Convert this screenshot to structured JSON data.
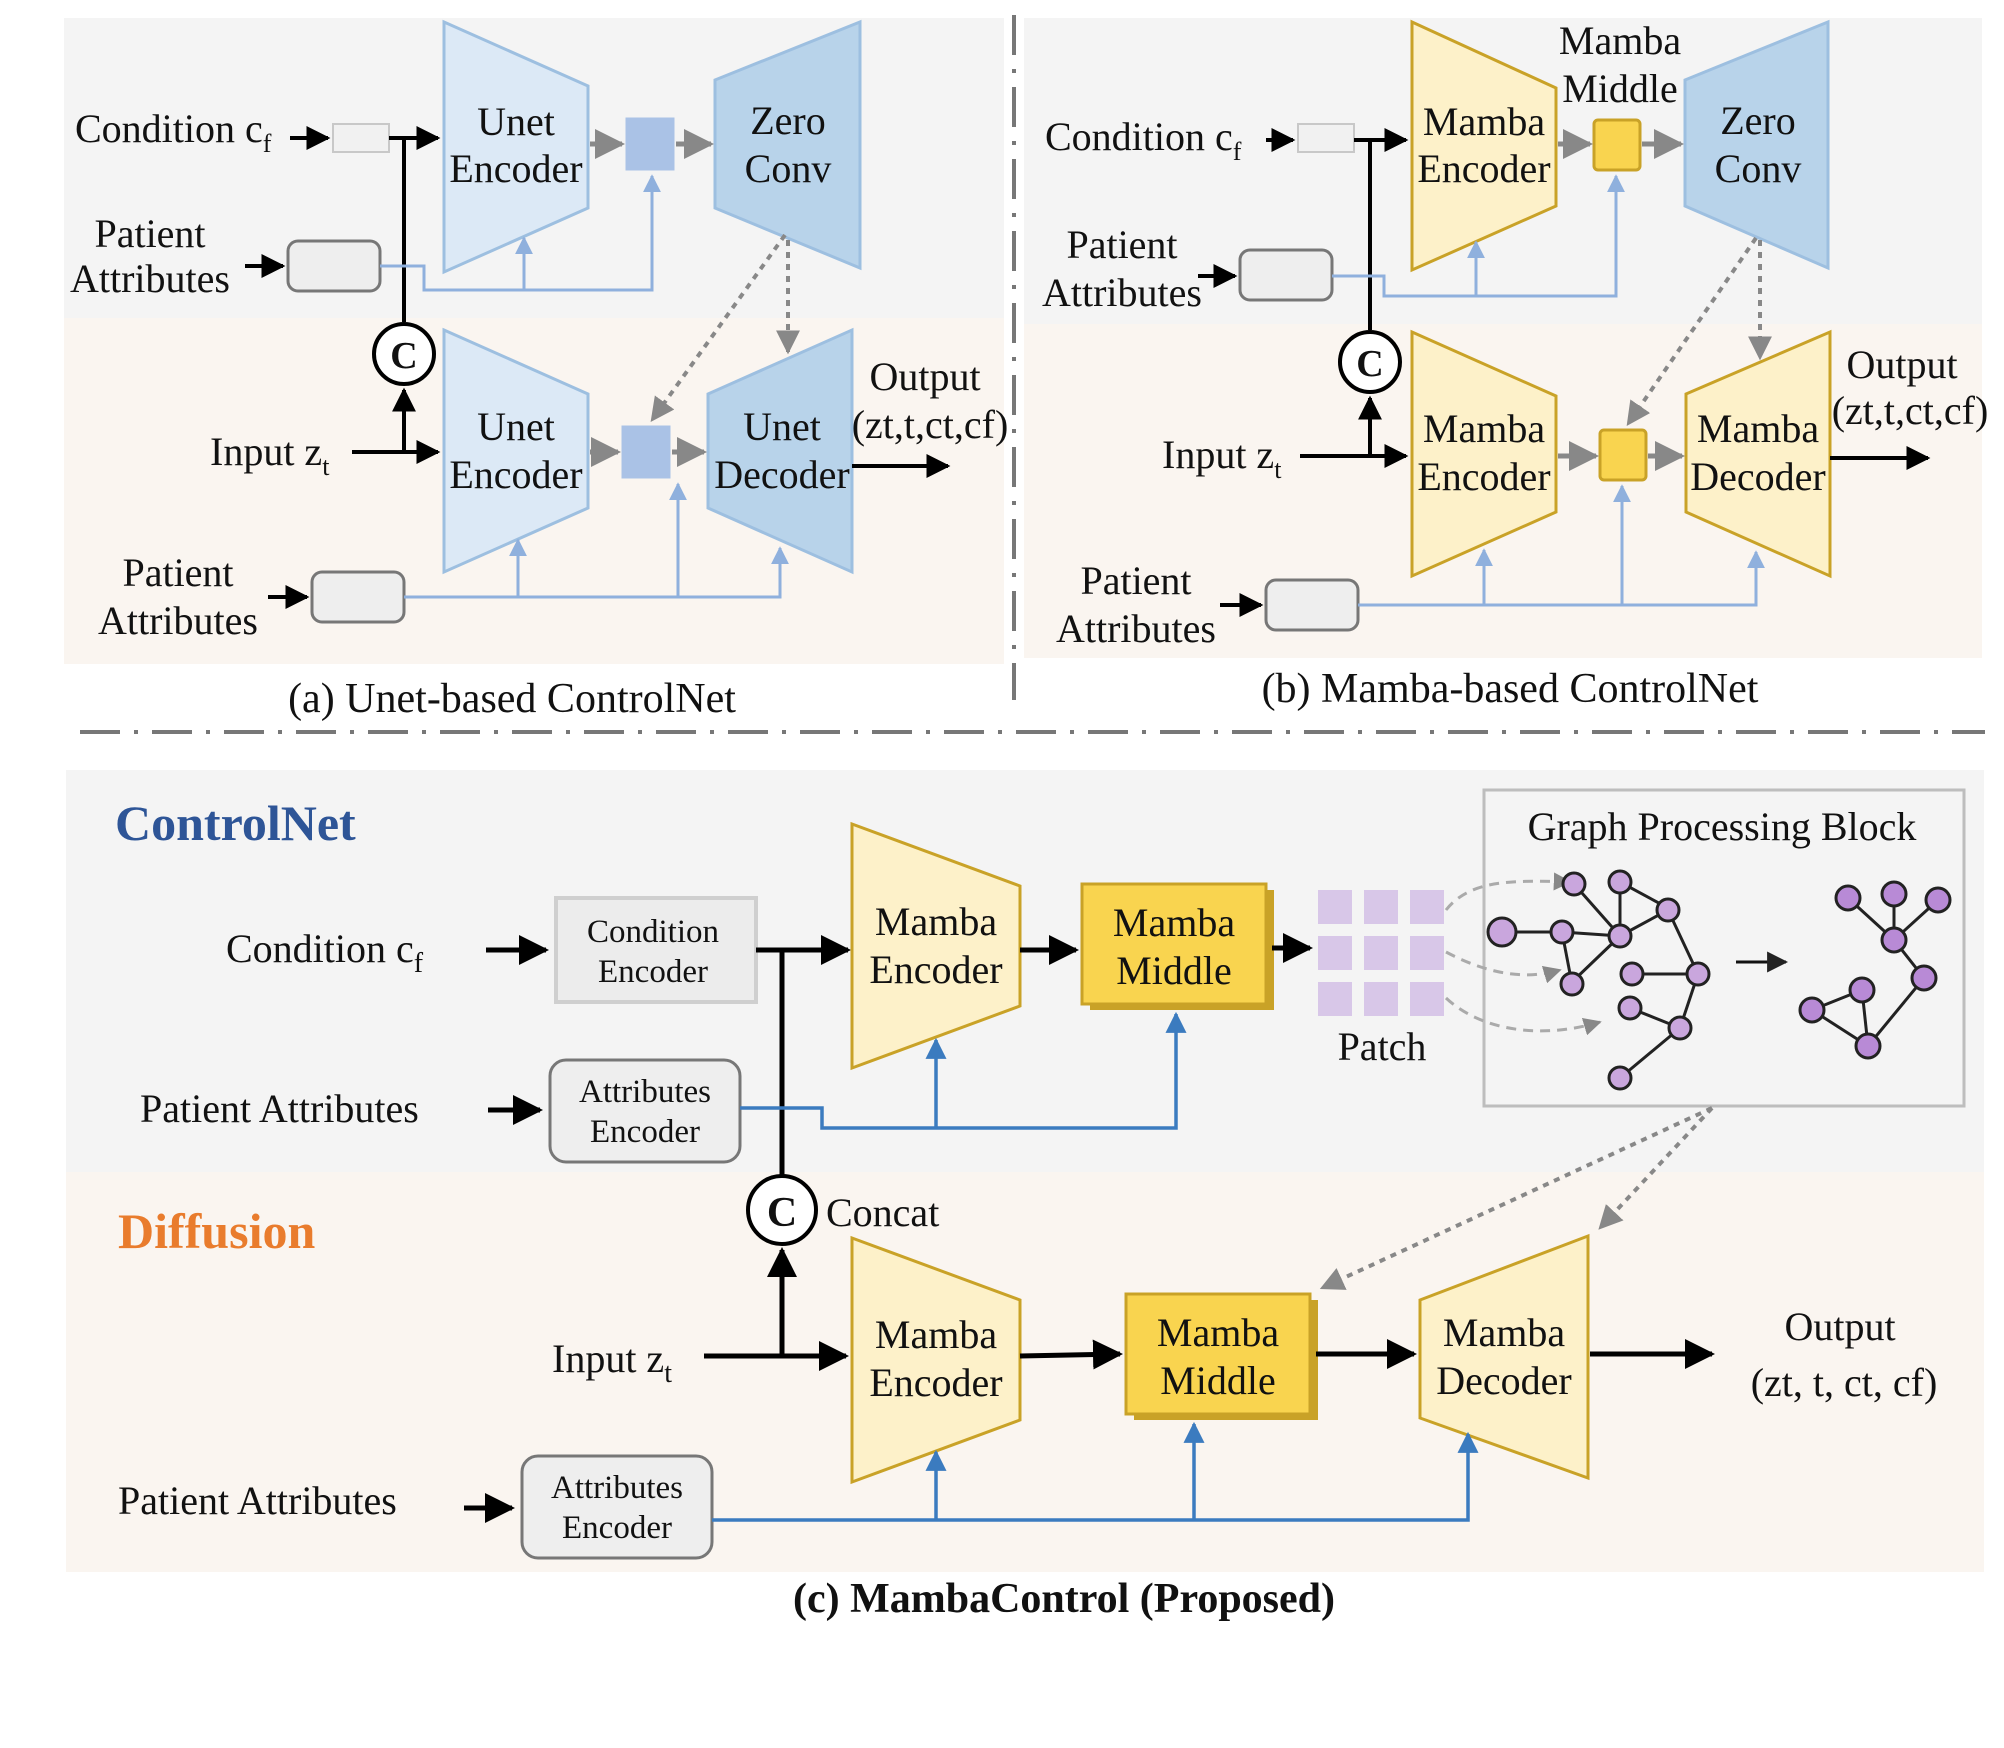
{
  "panel_a": {
    "condition": "Condition c",
    "condition_sub": "f",
    "patient_attributes_l1": "Patient",
    "patient_attributes_l2": "Attributes",
    "concat_symbol": "C",
    "input": "Input z",
    "input_sub": "t",
    "ctrl_encoder_l1": "Unet",
    "ctrl_encoder_l2": "Encoder",
    "zero_conv_l1": "Zero",
    "zero_conv_l2": "Conv",
    "main_encoder_l1": "Unet",
    "main_encoder_l2": "Encoder",
    "decoder_l1": "Unet",
    "decoder_l2": "Decoder",
    "output_label": "Output",
    "output_args": "(zt,t,ct,cf)",
    "caption": "(a) Unet-based ControlNet"
  },
  "panel_b": {
    "condition": "Condition c",
    "condition_sub": "f",
    "patient_attributes_l1": "Patient",
    "patient_attributes_l2": "Attributes",
    "concat_symbol": "C",
    "input": "Input z",
    "input_sub": "t",
    "ctrl_encoder_l1": "Mamba",
    "ctrl_encoder_l2": "Encoder",
    "middle_l1": "Mamba",
    "middle_l2": "Middle",
    "zero_conv_l1": "Zero",
    "zero_conv_l2": "Conv",
    "main_encoder_l1": "Mamba",
    "main_encoder_l2": "Encoder",
    "decoder_l1": "Mamba",
    "decoder_l2": "Decoder",
    "output_label": "Output",
    "output_args": "(zt,t,ct,cf)",
    "caption": "(b) Mamba-based ControlNet"
  },
  "panel_c": {
    "controlnet_title": "ControlNet",
    "diffusion_title": "Diffusion",
    "condition": "Condition c",
    "condition_sub": "f",
    "condition_encoder_l1": "Condition",
    "condition_encoder_l2": "Encoder",
    "patient_attributes": "Patient Attributes",
    "attributes_encoder_l1": "Attributes",
    "attributes_encoder_l2": "Encoder",
    "ctrl_encoder_l1": "Mamba",
    "ctrl_encoder_l2": "Encoder",
    "ctrl_middle_l1": "Mamba",
    "ctrl_middle_l2": "Middle",
    "patch_label": "Patch",
    "graph_block_title": "Graph Processing Block",
    "concat_symbol": "C",
    "concat_label": "Concat",
    "input": "Input z",
    "input_sub": "t",
    "main_encoder_l1": "Mamba",
    "main_encoder_l2": "Encoder",
    "main_middle_l1": "Mamba",
    "main_middle_l2": "Middle",
    "decoder_l1": "Mamba",
    "decoder_l2": "Decoder",
    "output_label": "Output",
    "output_args": "(zt, t, ct, cf)",
    "caption": "(c) MambaControl (Proposed)"
  },
  "colors": {
    "unet_fill": "#dce9f6",
    "unet_stroke": "#9dbfe0",
    "zero_conv_fill": "#b8d3ea",
    "mamba_fill": "#fdf1c9",
    "mamba_stroke": "#c9a227",
    "middle_fill": "#f9d44f",
    "ctrl_bg": "#f4f4f4",
    "diff_bg": "#faf5f0",
    "title_blue": "#2e5597",
    "title_orange": "#e97c2d",
    "attr_line": "#3b7bbf",
    "node_purple": "#c9a6dd"
  }
}
